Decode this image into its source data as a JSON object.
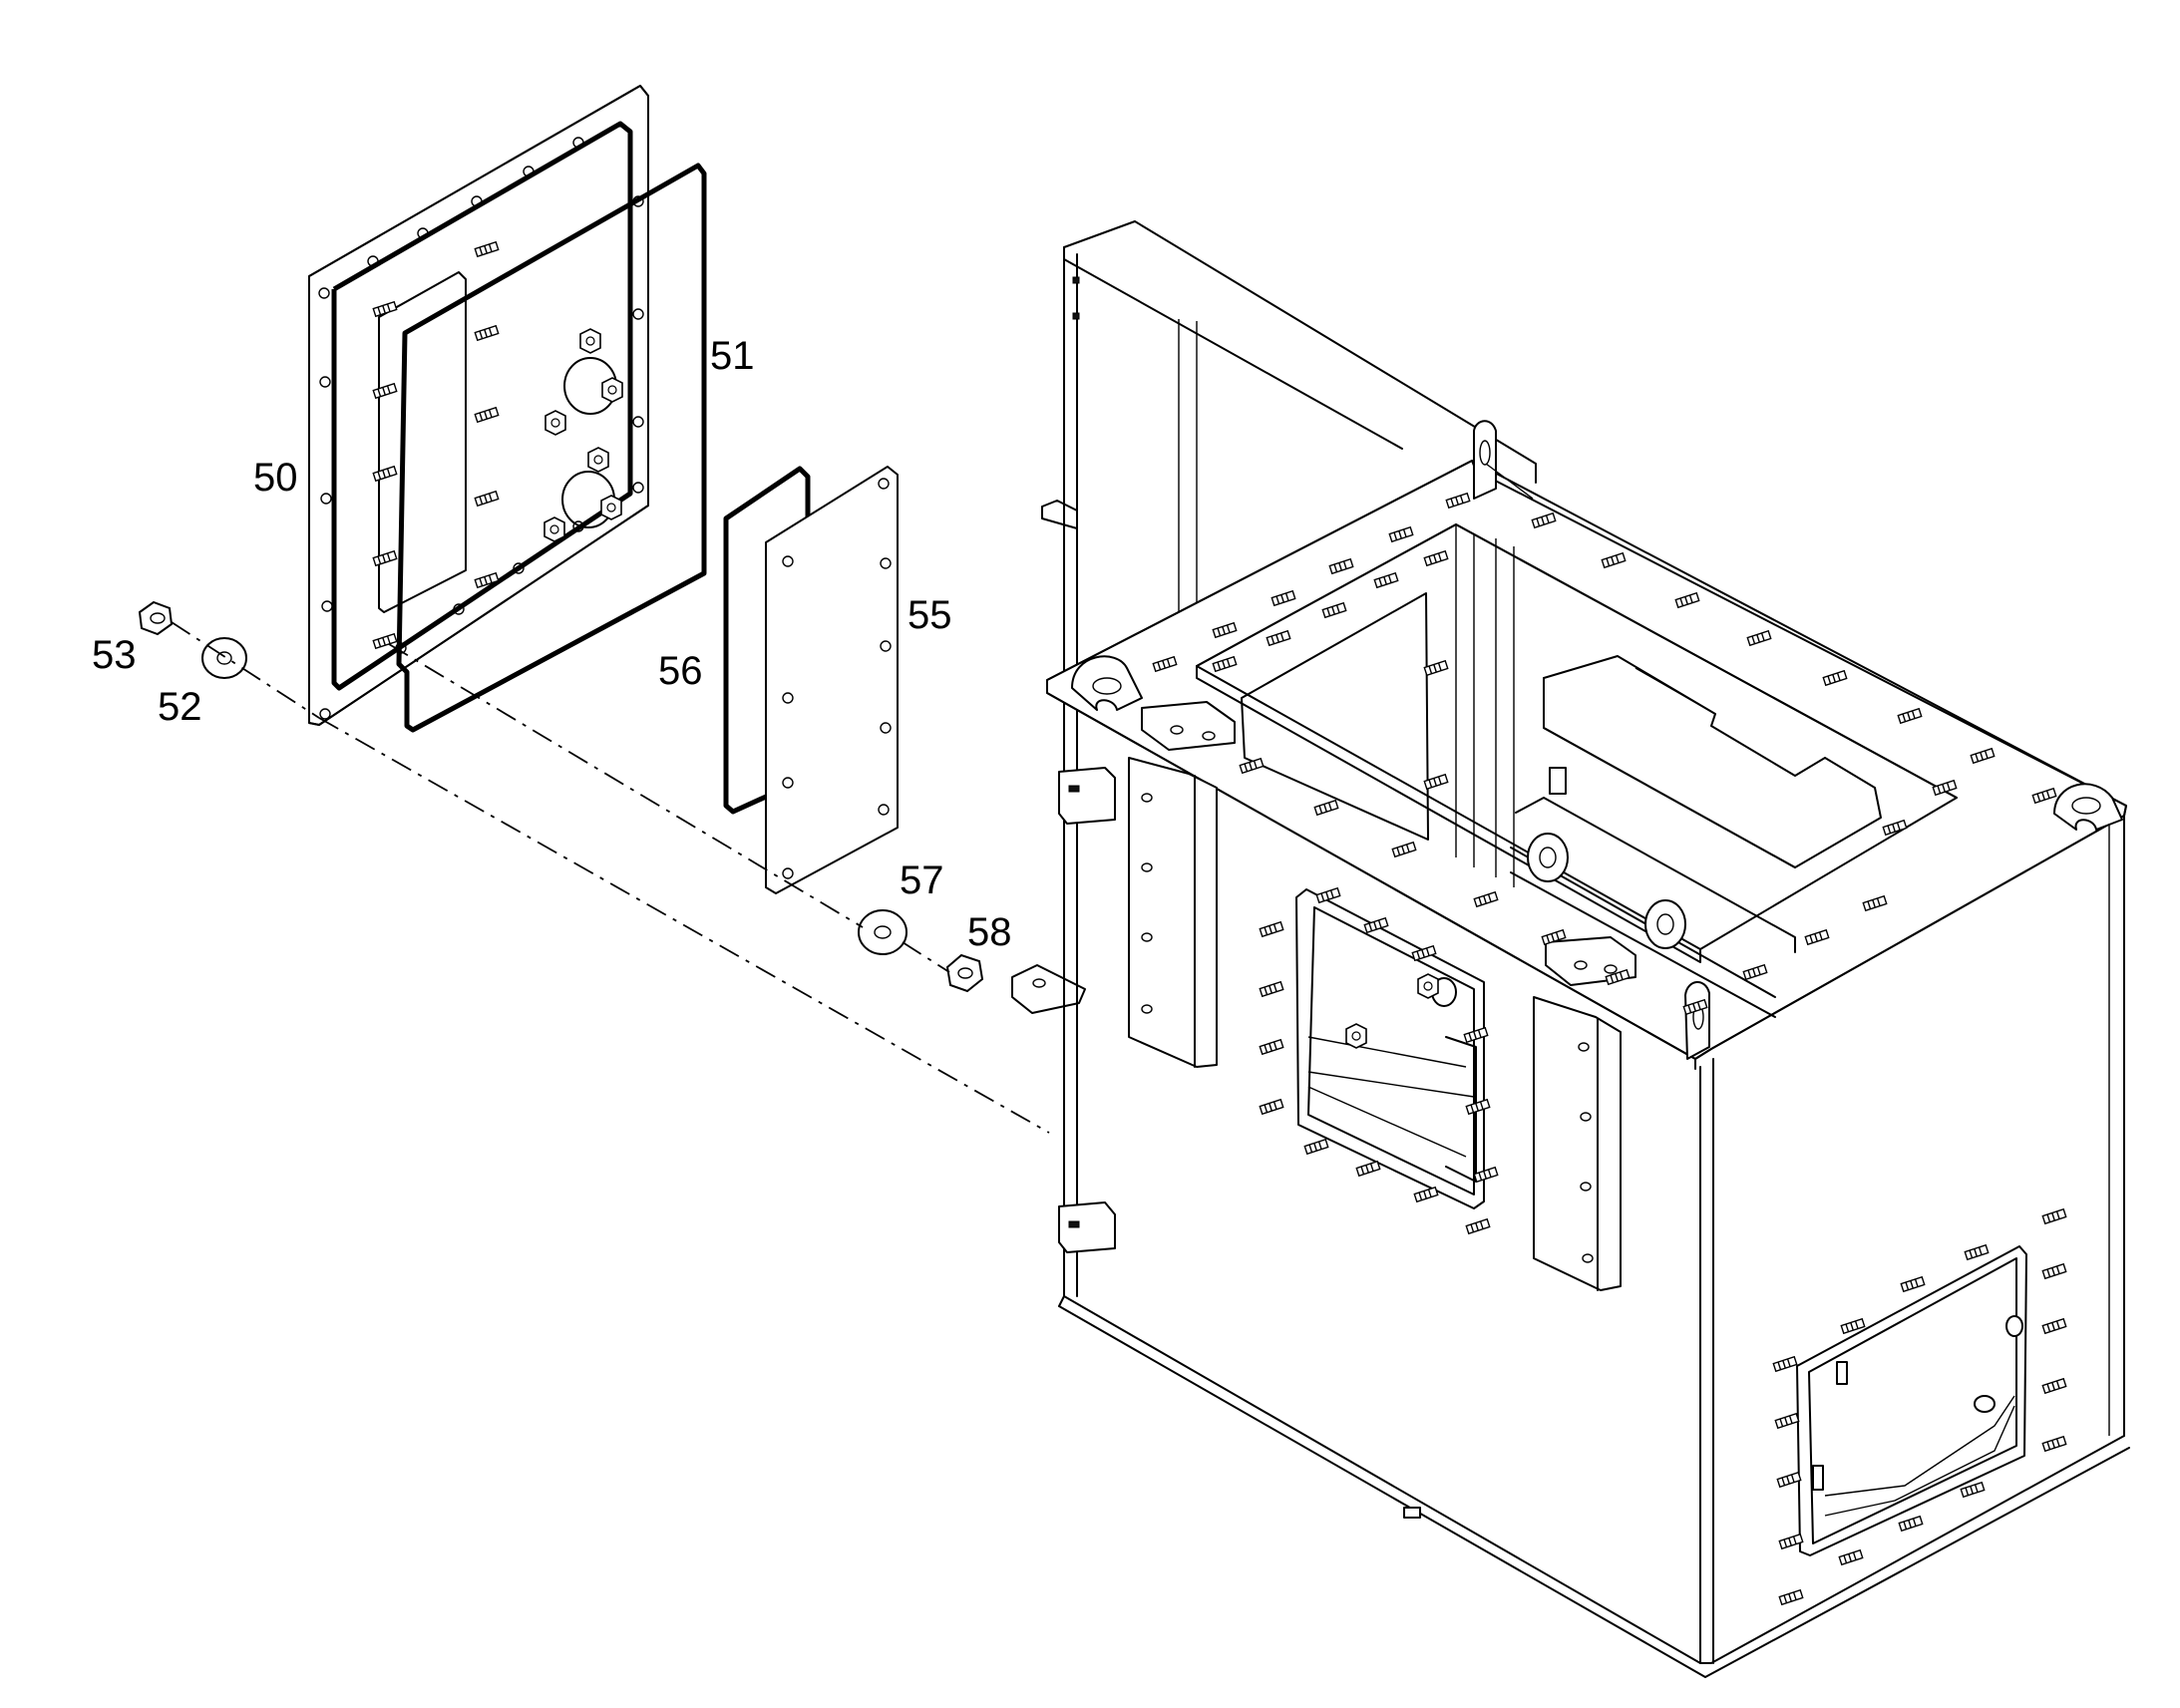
{
  "callouts": [
    {
      "id": "50",
      "label": "50"
    },
    {
      "id": "51",
      "label": "51"
    },
    {
      "id": "52",
      "label": "52"
    },
    {
      "id": "53",
      "label": "53"
    },
    {
      "id": "55",
      "label": "55"
    },
    {
      "id": "56",
      "label": "56"
    },
    {
      "id": "57",
      "label": "57"
    },
    {
      "id": "58",
      "label": "58"
    }
  ]
}
